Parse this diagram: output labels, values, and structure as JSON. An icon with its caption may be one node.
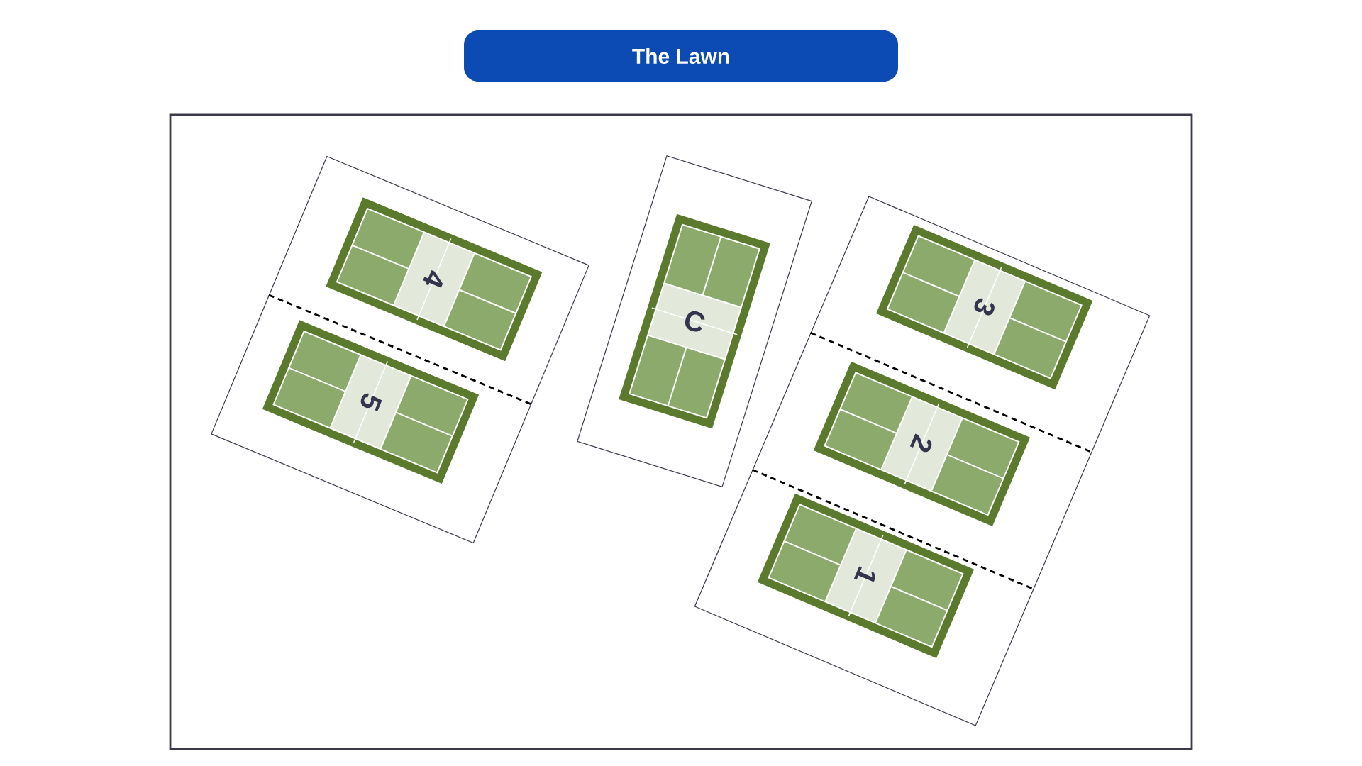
{
  "diagram": {
    "title": "The Lawn",
    "nodes": [
      {
        "text": [],
        "shape": "box"
      },
      {
        "text": [],
        "shape": "box",
        "in": 0
      },
      {
        "text": [
          "4"
        ],
        "in": 1
      },
      {
        "text": [
          "5"
        ],
        "in": 1
      },
      {
        "text": [],
        "shape": "box",
        "in": 0
      },
      {
        "text": [
          "C"
        ],
        "in": 4
      },
      {
        "text": [],
        "shape": "box",
        "in": 0
      },
      {
        "text": [
          "3"
        ],
        "in": 6
      },
      {
        "text": [
          "2"
        ],
        "in": 6
      },
      {
        "text": [
          "1"
        ],
        "in": 6
      }
    ]
  }
}
